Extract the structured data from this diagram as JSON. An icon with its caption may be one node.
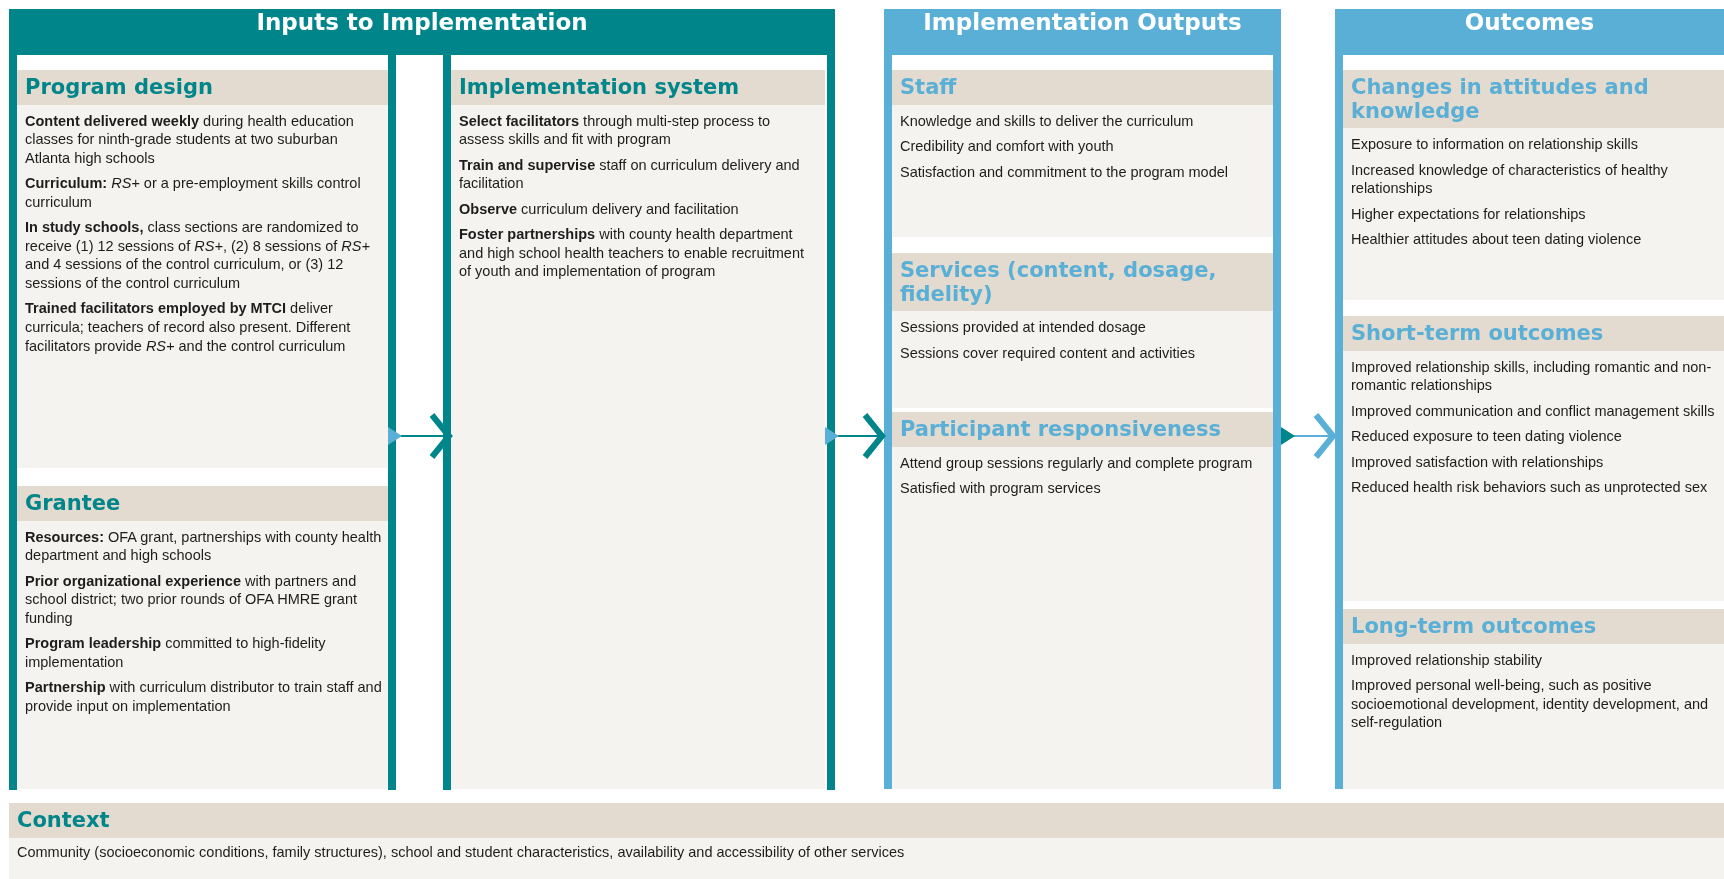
{
  "diagram": {
    "nodes": [
      {
        "text": [
          "Inputs to Implementation"
        ]
      },
      {
        "text": [
          "Program design",
          "**Content delivered weekly** during health education classes for ninth-grade students at two suburban Atlanta high schools",
          "**Curriculum:** *RS+* or a pre-employment skills control curriculum",
          "**In study schools,** class sections are randomized to receive (1) 12 sessions of *RS+*, (2) 8 sessions of *RS+* and 4 sessions of the control curriculum, or (3) 12 sessions of the control curriculum",
          "**Trained facilitators employed by MTCI** deliver curricula; teachers of record also present. Different facilitators provide *RS+* and the control curriculum"
        ],
        "in": 0
      },
      {
        "text": [
          "Grantee",
          "**Resources:** OFA grant, partnerships with county health department and high schools",
          "**Prior organizational experience** with partners and school district; two prior rounds of OFA HMRE grant funding",
          "**Program leadership** committed to high-fidelity implementation",
          "**Partnership** with curriculum distributor to train staff and provide input on implementation"
        ],
        "in": 0
      },
      {
        "text": [
          "Implementation system",
          "**Select facilitators** through multi-step process to assess skills and fit with program",
          "**Train and supervise** staff on curriculum delivery and facilitation",
          "**Observe** curriculum delivery and facilitation",
          "**Foster partnerships** with county health department and high school health teachers to enable recruitment of youth and implementation of program"
        ],
        "in": 0
      },
      {
        "text": [
          "Implementation Outputs"
        ]
      },
      {
        "text": [
          "Staff",
          "Knowledge and skills to deliver the curriculum",
          "Credibility and comfort with youth",
          "Satisfaction and commitment to the program model"
        ],
        "in": 4
      },
      {
        "text": [
          "Services (content, dosage, fidelity)",
          "Sessions provided at intended dosage",
          "Sessions cover required content and activities"
        ],
        "in": 4
      },
      {
        "text": [
          "Participant responsiveness",
          "Attend group sessions regularly and complete program",
          "Satisfied with program services"
        ],
        "in": 4
      },
      {
        "text": [
          "Outcomes"
        ]
      },
      {
        "text": [
          "Changes in attitudes and knowledge",
          "Exposure to information on relationship skills",
          "Increased knowledge of characteristics of healthy relationships",
          "Higher expectations for relationships",
          "Healthier attitudes about teen dating violence"
        ],
        "in": 8
      },
      {
        "text": [
          "Short-term outcomes",
          "Improved relationship skills, including romantic and non-romantic relationships",
          "Improved communication and conflict management skills",
          "Reduced exposure to teen dating violence",
          "Improved satisfaction with relationships",
          "Reduced health risk behaviors such as unprotected sex"
        ],
        "in": 8
      },
      {
        "text": [
          "Long-term outcomes",
          "Improved relationship stability",
          "Improved personal well-being, such as positive socioemotional development, identity development, and self-regulation"
        ],
        "in": 8
      },
      {
        "text": [
          "Context",
          "Community (socioeconomic conditions, family structures), school and student characteristics, availability and accessibility of other services"
        ]
      }
    ],
    "edges": [
      {
        "from": 1,
        "to": 3,
        "arrow": "to"
      },
      {
        "from": 3,
        "to": 4,
        "arrow": "to"
      },
      {
        "from": 4,
        "to": 8,
        "arrow": "to",
        "color": "#5aafd6"
      }
    ]
  }
}
